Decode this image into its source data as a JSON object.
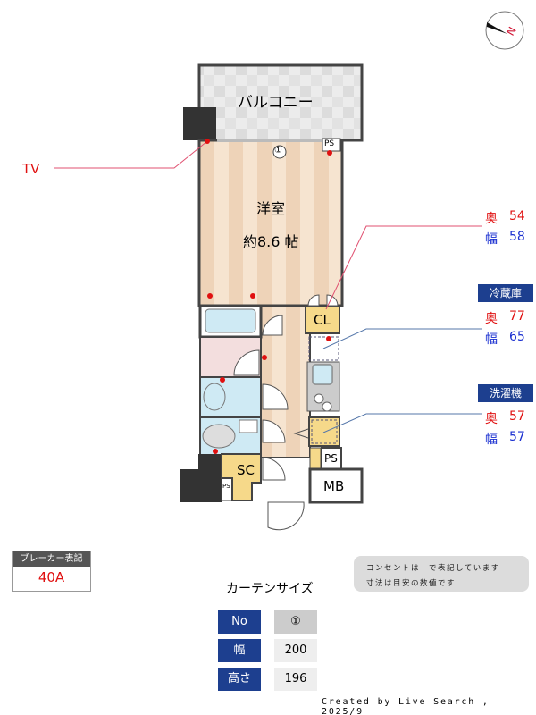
{
  "compass": {
    "label": "N",
    "icon": "north-arrow-icon"
  },
  "plan": {
    "balcony": "バルコニー",
    "room_name": "洋室",
    "room_size": "約8.6 帖",
    "curtain_marker": "①",
    "ps_top": "PS",
    "cl": "CL",
    "sc": "SC",
    "ps_bottom_right": "PS",
    "ps_bottom_left": "PS",
    "mb": "MB"
  },
  "tv_label": "TV",
  "closet": {
    "depth_label": "奥",
    "depth": "54",
    "width_label": "幅",
    "width": "58"
  },
  "fridge": {
    "title": "冷蔵庫",
    "depth_label": "奥",
    "depth": "77",
    "width_label": "幅",
    "width": "65"
  },
  "washer": {
    "title": "洗濯機",
    "depth_label": "奥",
    "depth": "57",
    "width_label": "幅",
    "width": "57"
  },
  "breaker": {
    "title": "ブレーカー表記",
    "value": "40A"
  },
  "note": {
    "line1_a": "コンセントは",
    "line1_b": "で表記しています",
    "line2": "寸法は目安の数値です"
  },
  "curtain": {
    "title": "カーテンサイズ",
    "rows": [
      {
        "label": "No",
        "value": "①"
      },
      {
        "label": "幅",
        "value": "200"
      },
      {
        "label": "高さ",
        "value": "196"
      }
    ]
  },
  "credit": "Created by Live Search , 2025/9",
  "colors": {
    "outlet": "#e01010",
    "badge": "#1d3f8f",
    "floor": "#f3dcc4",
    "storage": "#f6d98a",
    "wet": "#cfeaf4"
  }
}
